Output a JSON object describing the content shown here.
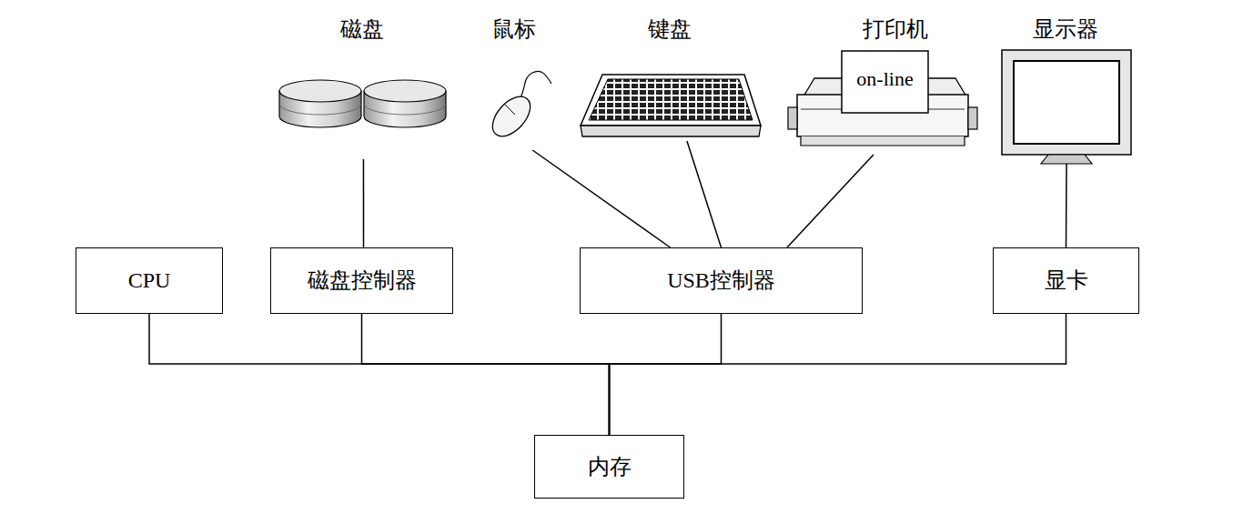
{
  "diagram": {
    "nodes": [
      {
        "text": [
          "磁盘"
        ]
      },
      {
        "text": [
          "鼠标"
        ]
      },
      {
        "text": [
          "键盘"
        ]
      },
      {
        "text": [
          "打印机",
          "on-line"
        ]
      },
      {
        "text": [
          "显示器"
        ]
      },
      {
        "text": [
          "CPU"
        ]
      },
      {
        "text": [
          "磁盘控制器"
        ]
      },
      {
        "text": [
          "USB控制器"
        ]
      },
      {
        "text": [
          "显卡"
        ]
      },
      {
        "text": [
          "内存"
        ]
      }
    ],
    "edges": [
      {
        "from": 0,
        "to": 6,
        "arrow": "none"
      },
      {
        "from": 1,
        "to": 7,
        "arrow": "none"
      },
      {
        "from": 2,
        "to": 7,
        "arrow": "none"
      },
      {
        "from": 3,
        "to": 7,
        "arrow": "none"
      },
      {
        "from": 4,
        "to": 8,
        "arrow": "none"
      },
      {
        "from": 5,
        "to": 9,
        "arrow": "none"
      },
      {
        "from": 6,
        "to": 9,
        "arrow": "none"
      },
      {
        "from": 7,
        "to": 9,
        "arrow": "none"
      },
      {
        "from": 8,
        "to": 9,
        "arrow": "none"
      }
    ]
  }
}
